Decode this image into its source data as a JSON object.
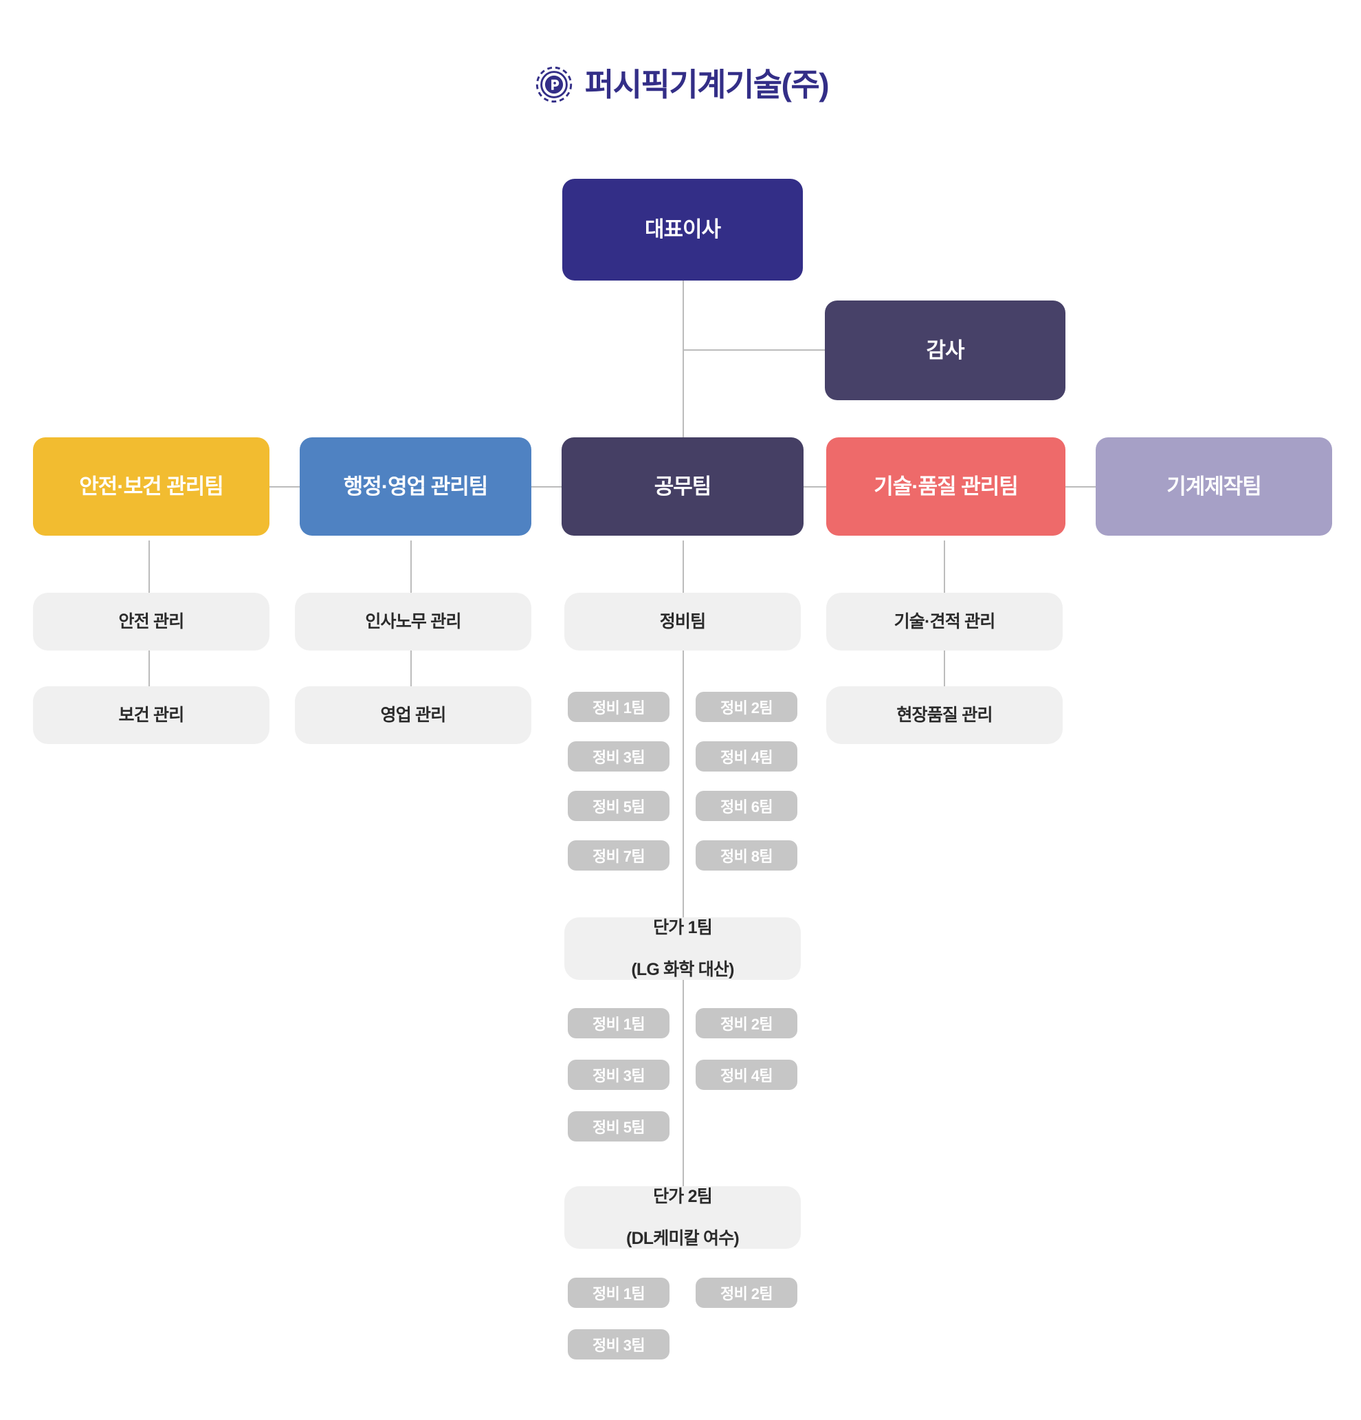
{
  "header": {
    "company_name": "퍼시픽기계기술(주)",
    "logo_icon": "gear-p-logo-icon",
    "brand_color": "#332e87"
  },
  "colors": {
    "ceo": "#332e87",
    "auditor": "#474168",
    "safety": "#f2bc30",
    "admin": "#4f82c2",
    "construction": "#453f64",
    "quality": "#ee6a6a",
    "manufacturing": "#a6a0c6",
    "sub_box": "#f0f0f0",
    "chip": "#c6c6c6",
    "line": "#bcbcbc"
  },
  "org": {
    "ceo": {
      "label": "대표이사"
    },
    "auditor": {
      "label": "감사"
    },
    "departments": [
      {
        "key": "safety",
        "label": "안전·보건 관리팀"
      },
      {
        "key": "admin",
        "label": "행정·영업 관리팀"
      },
      {
        "key": "construction",
        "label": "공무팀"
      },
      {
        "key": "quality",
        "label": "기술·품질 관리팀"
      },
      {
        "key": "manufacturing",
        "label": "기계제작팀"
      }
    ],
    "safety_subs": [
      {
        "label": "안전 관리"
      },
      {
        "label": "보건 관리"
      }
    ],
    "admin_subs": [
      {
        "label": "인사노무 관리"
      },
      {
        "label": "영업 관리"
      }
    ],
    "quality_subs": [
      {
        "label": "기술·견적 관리"
      },
      {
        "label": "현장품질 관리"
      }
    ],
    "construction_groups": [
      {
        "title": "정비팀",
        "title_line2": "",
        "chips": [
          "정비 1팀",
          "정비 2팀",
          "정비 3팀",
          "정비 4팀",
          "정비 5팀",
          "정비 6팀",
          "정비 7팀",
          "정비 8팀"
        ]
      },
      {
        "title": "단가 1팀",
        "title_line2": "(LG 화학 대산)",
        "chips": [
          "정비 1팀",
          "정비 2팀",
          "정비 3팀",
          "정비 4팀",
          "정비 5팀"
        ]
      },
      {
        "title": "단가 2팀",
        "title_line2": "(DL케미칼 여수)",
        "chips": [
          "정비 1팀",
          "정비 2팀",
          "정비 3팀"
        ]
      }
    ]
  }
}
